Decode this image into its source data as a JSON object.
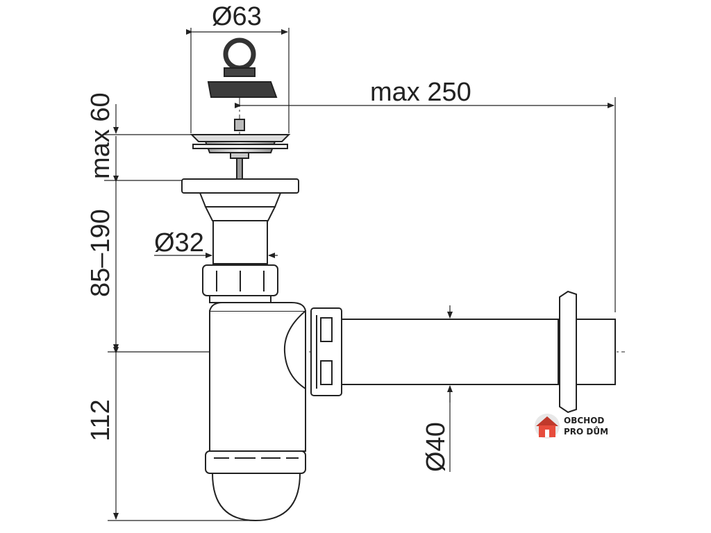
{
  "drawing": {
    "labels": {
      "top_diameter": "Ø63",
      "max_reach": "max 250",
      "max_height": "max 60",
      "adjust_range": "85–190",
      "inlet_diameter": "Ø32",
      "trap_depth": "112",
      "outlet_diameter": "Ø40"
    }
  },
  "logo": {
    "line1": "OBCHOD",
    "line2": "PRO DŮM",
    "colors": {
      "roof": "#c0392b",
      "house": "#e74c3c",
      "door": "#ffffff"
    }
  },
  "colors": {
    "line": "#222222",
    "fill_dark": "#3a3a3a",
    "fill_grey": "#cfcfcf"
  }
}
